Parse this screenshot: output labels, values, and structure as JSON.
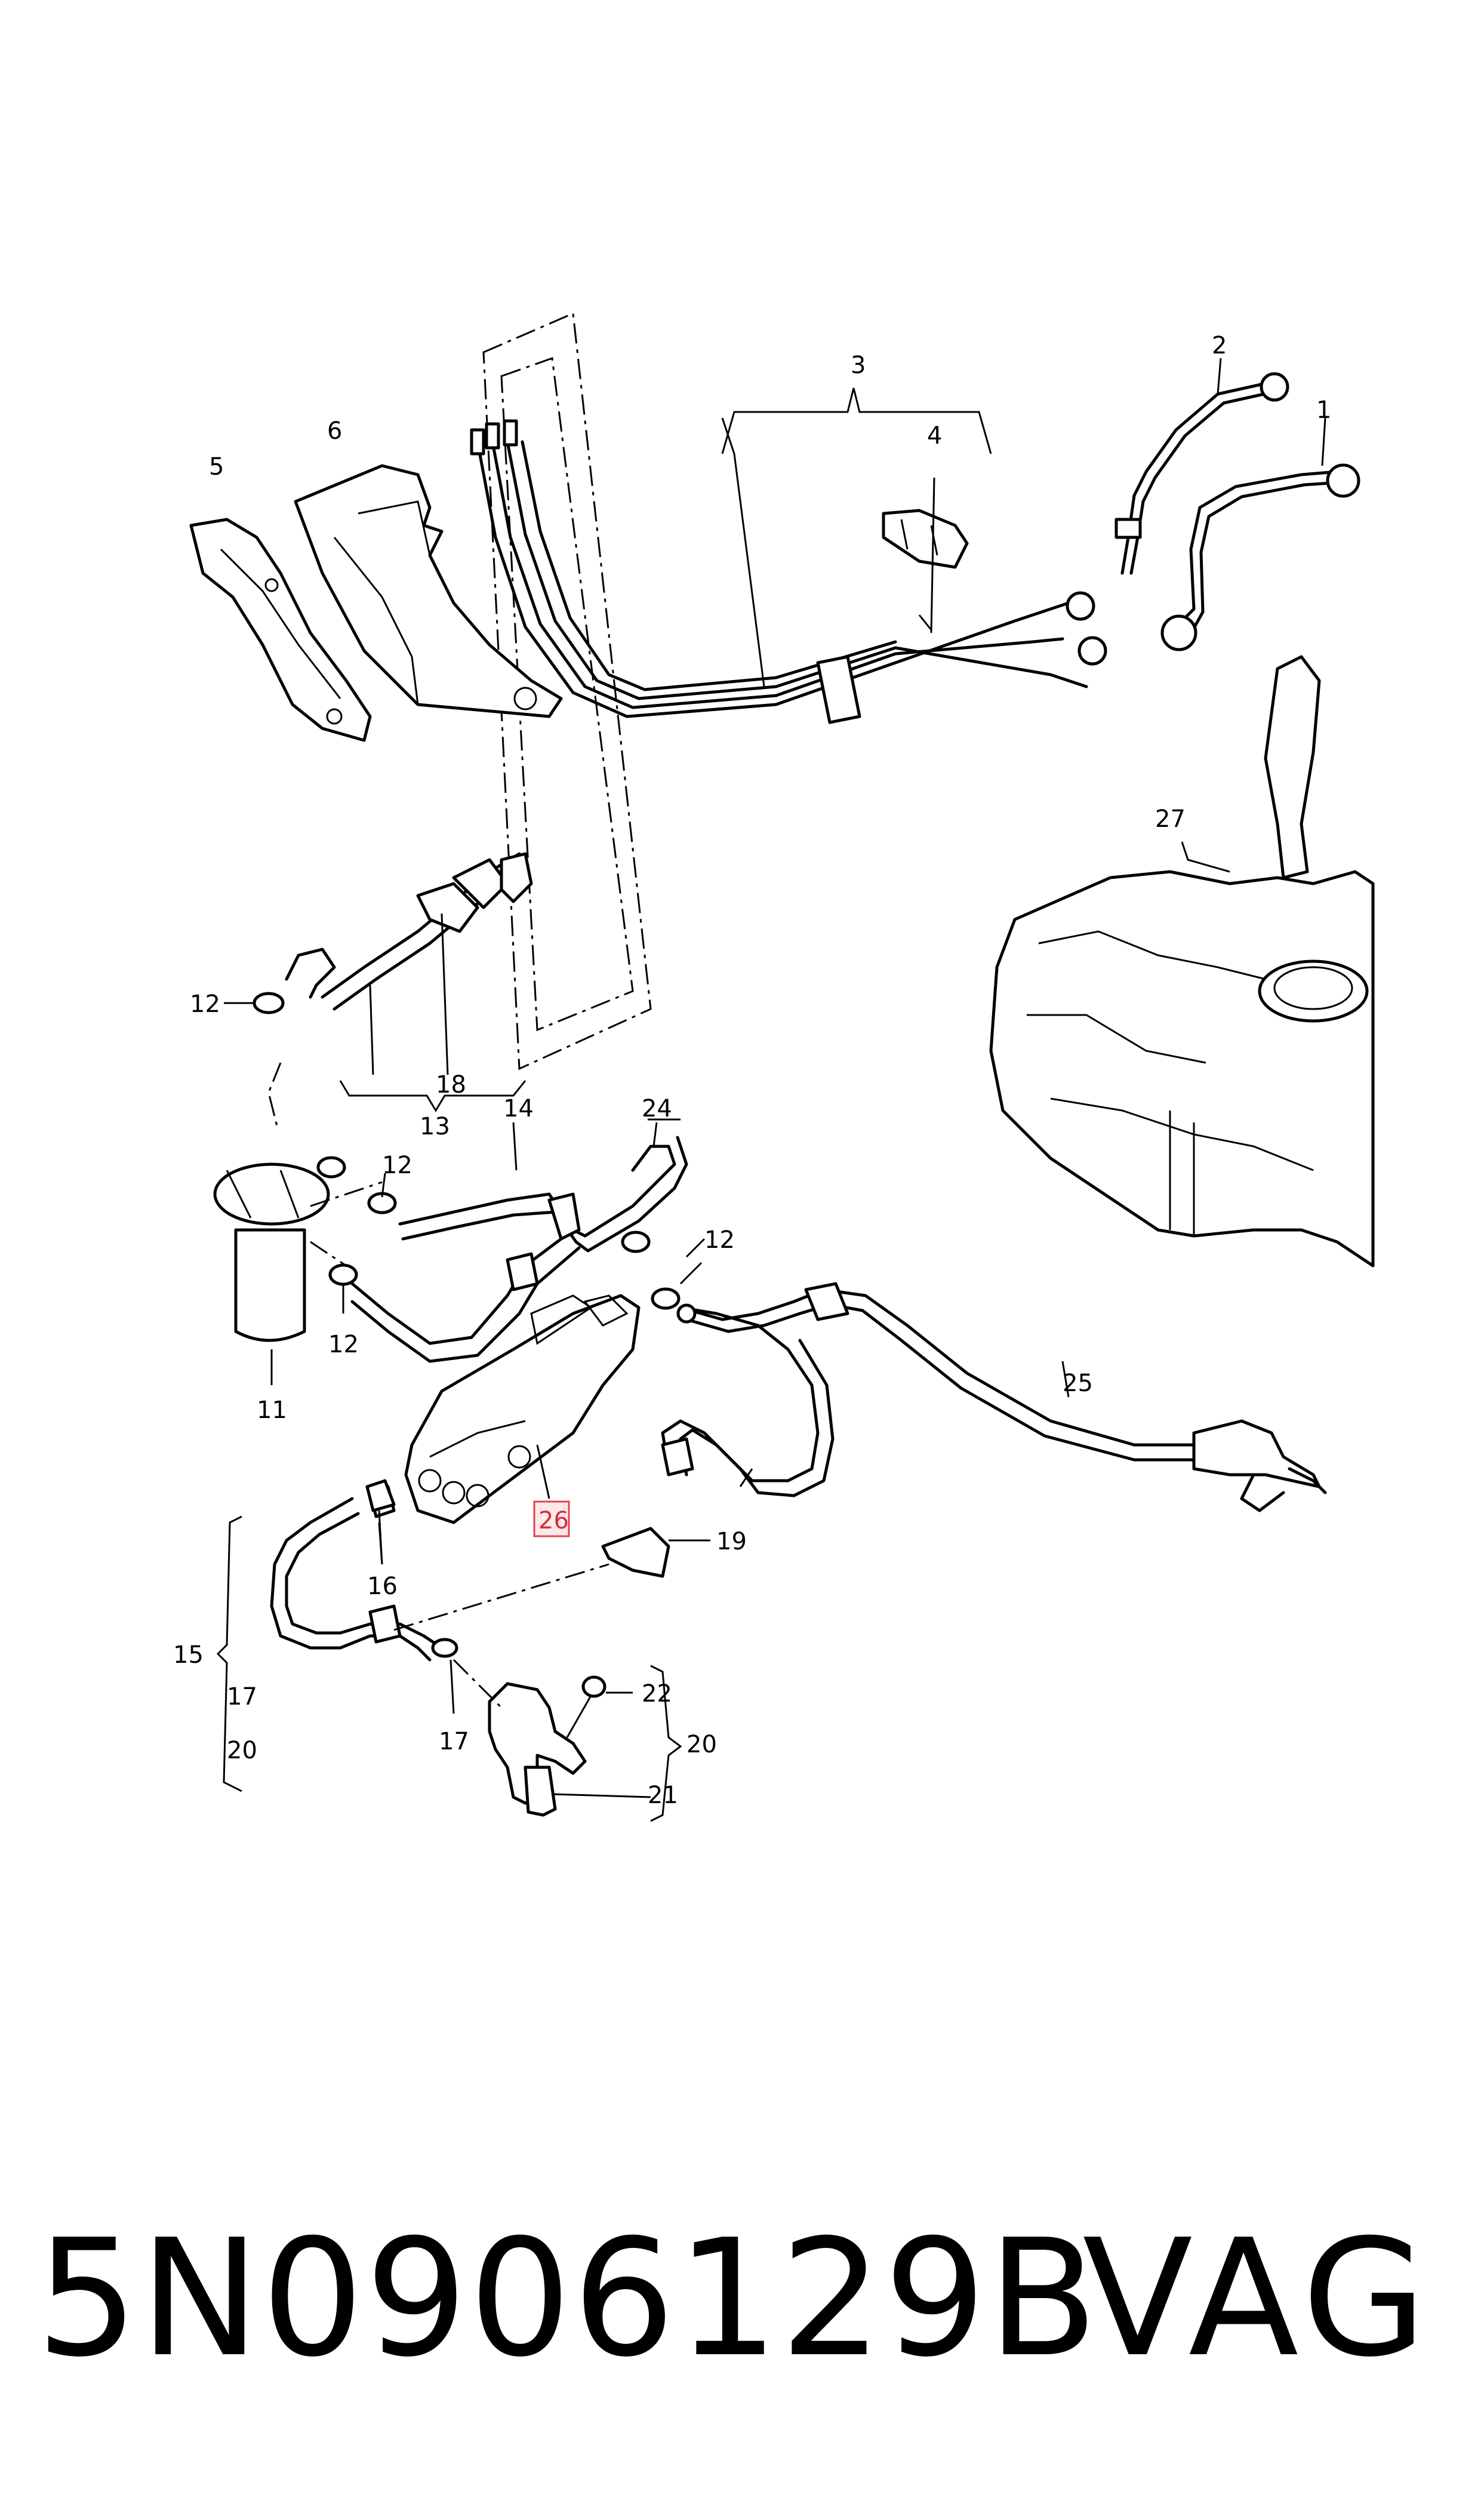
{
  "diagram": {
    "callouts": [
      {
        "id": "c1",
        "text": "1"
      },
      {
        "id": "c2",
        "text": "2"
      },
      {
        "id": "c3",
        "text": "3"
      },
      {
        "id": "c4",
        "text": "4"
      },
      {
        "id": "c5",
        "text": "5"
      },
      {
        "id": "c6",
        "text": "6"
      },
      {
        "id": "c11",
        "text": "11"
      },
      {
        "id": "c12a",
        "text": "12"
      },
      {
        "id": "c12b",
        "text": "12"
      },
      {
        "id": "c12c",
        "text": "12"
      },
      {
        "id": "c12d",
        "text": "12"
      },
      {
        "id": "c13",
        "text": "13"
      },
      {
        "id": "c14",
        "text": "14"
      },
      {
        "id": "c15",
        "text": "15"
      },
      {
        "id": "c16",
        "text": "16"
      },
      {
        "id": "c17a",
        "text": "17"
      },
      {
        "id": "c17b",
        "text": "17"
      },
      {
        "id": "c18",
        "text": "18"
      },
      {
        "id": "c19",
        "text": "19"
      },
      {
        "id": "c20a",
        "text": "20"
      },
      {
        "id": "c20b",
        "text": "20"
      },
      {
        "id": "c21",
        "text": "21"
      },
      {
        "id": "c22",
        "text": "22"
      },
      {
        "id": "c24",
        "text": "24"
      },
      {
        "id": "c25",
        "text": "25"
      },
      {
        "id": "c27",
        "text": "27"
      }
    ],
    "highlighted_callout": {
      "text": "26",
      "color": "#e0444f"
    }
  },
  "footer": {
    "part_number": "5N0906129B",
    "brand": "VAG"
  }
}
